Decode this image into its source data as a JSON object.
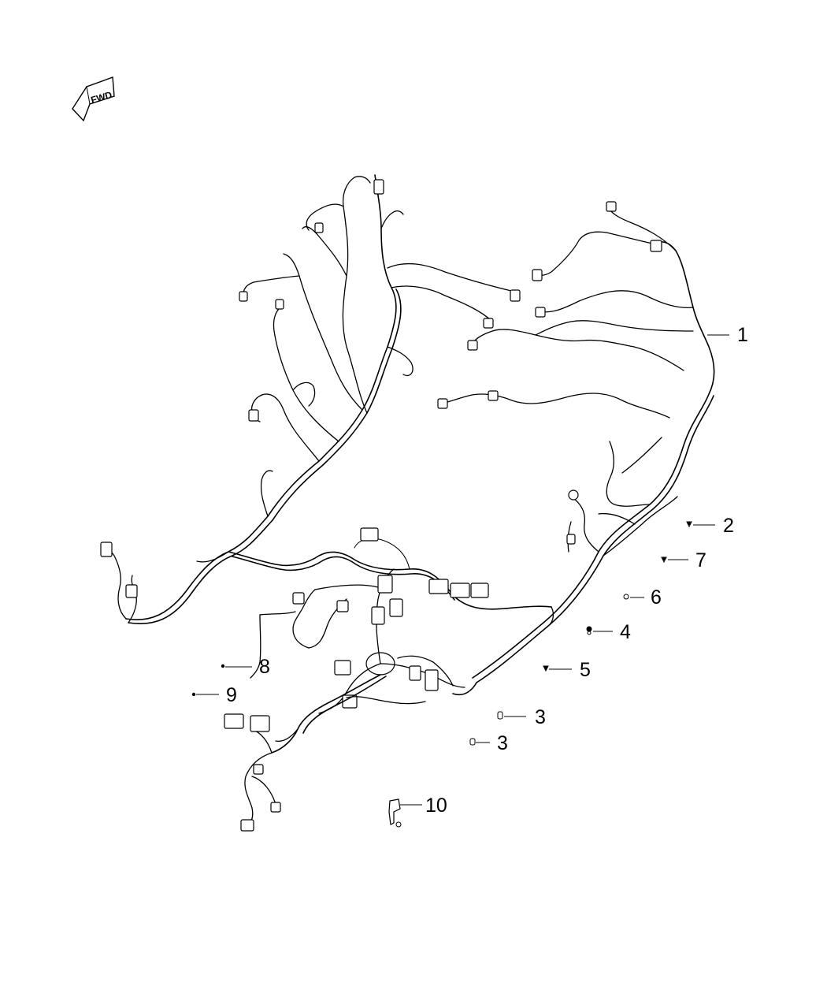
{
  "diagram": {
    "fwd_label": "FWD",
    "callouts": [
      {
        "id": "1",
        "label": "1"
      },
      {
        "id": "2",
        "label": "2"
      },
      {
        "id": "7",
        "label": "7"
      },
      {
        "id": "6",
        "label": "6"
      },
      {
        "id": "4",
        "label": "4"
      },
      {
        "id": "8",
        "label": "8"
      },
      {
        "id": "5",
        "label": "5"
      },
      {
        "id": "9",
        "label": "9"
      },
      {
        "id": "3a",
        "label": "3"
      },
      {
        "id": "3b",
        "label": "3"
      },
      {
        "id": "10",
        "label": "10"
      }
    ]
  }
}
